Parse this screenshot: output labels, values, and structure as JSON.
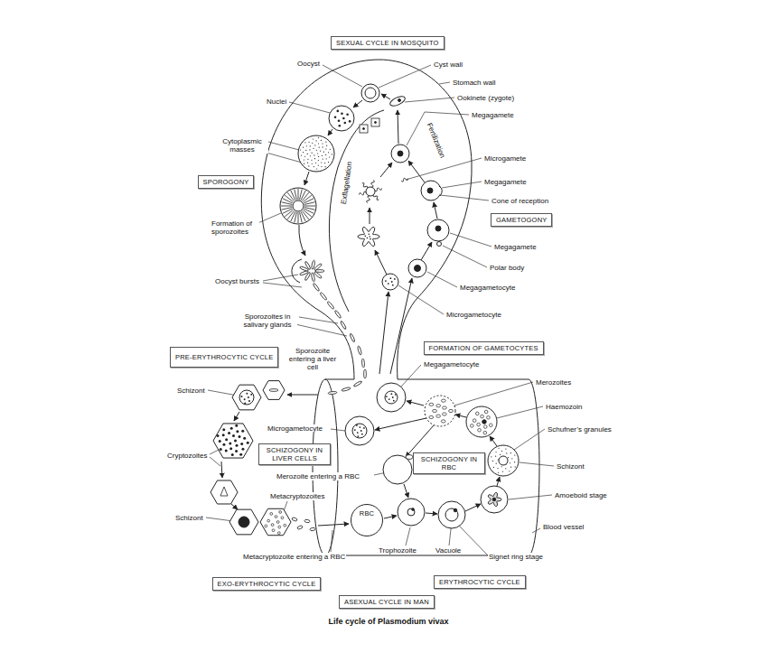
{
  "diagram": {
    "caption": "Life cycle of Plasmodium vivax",
    "nodes": [
      {
        "text": [
          "SEXUAL CYCLE IN MOSQUITO"
        ]
      },
      {
        "text": [
          "SPOROGONY"
        ]
      },
      {
        "text": [
          "GAMETOGONY"
        ]
      },
      {
        "text": [
          "FORMATION OF GAMETOCYTES"
        ]
      },
      {
        "text": [
          "PRE-ERYTHROCYTIC CYCLE"
        ]
      },
      {
        "text": [
          "SCHIZOGONY IN LIVER CELLS"
        ]
      },
      {
        "text": [
          "SCHIZOGONY IN RBC"
        ]
      },
      {
        "text": [
          "RBC"
        ]
      },
      {
        "text": [
          "EXO-ERYTHROCYTIC CYCLE"
        ]
      },
      {
        "text": [
          "ERYTHROCYTIC CYCLE"
        ]
      },
      {
        "text": [
          "ASEXUAL CYCLE IN MAN"
        ]
      }
    ],
    "labels": [
      "Oocyst",
      "Cyst wall",
      "Stomach wall",
      "Nuclei",
      "Ookinete (zygote)",
      "Megagamete",
      "Cytoplasmic masses",
      "Fertilization",
      "Microgamete",
      "Exflagellation",
      "Megagamete",
      "Cone of reception",
      "Formation of sporozoites",
      "Megagamete",
      "Polar body",
      "Oocyst bursts",
      "Megagametocyte",
      "Sporozoites in salivary glands",
      "Microgametocyte",
      "Sporozoite entering a liver cell",
      "Megagametocyte",
      "Merozoites",
      "Schizont",
      "Haemozoin",
      "Microgametocyte",
      "Schufner’s granules",
      "Cryptozoites",
      "Schizont",
      "Merozoite entering a RBC",
      "Metacryptozoites",
      "Amoeboid stage",
      "Schizont",
      "Blood vessel",
      "Trophozoite",
      "Vacuole",
      "Signet ring stage",
      "Metacryptozoite entering a RBC"
    ]
  }
}
